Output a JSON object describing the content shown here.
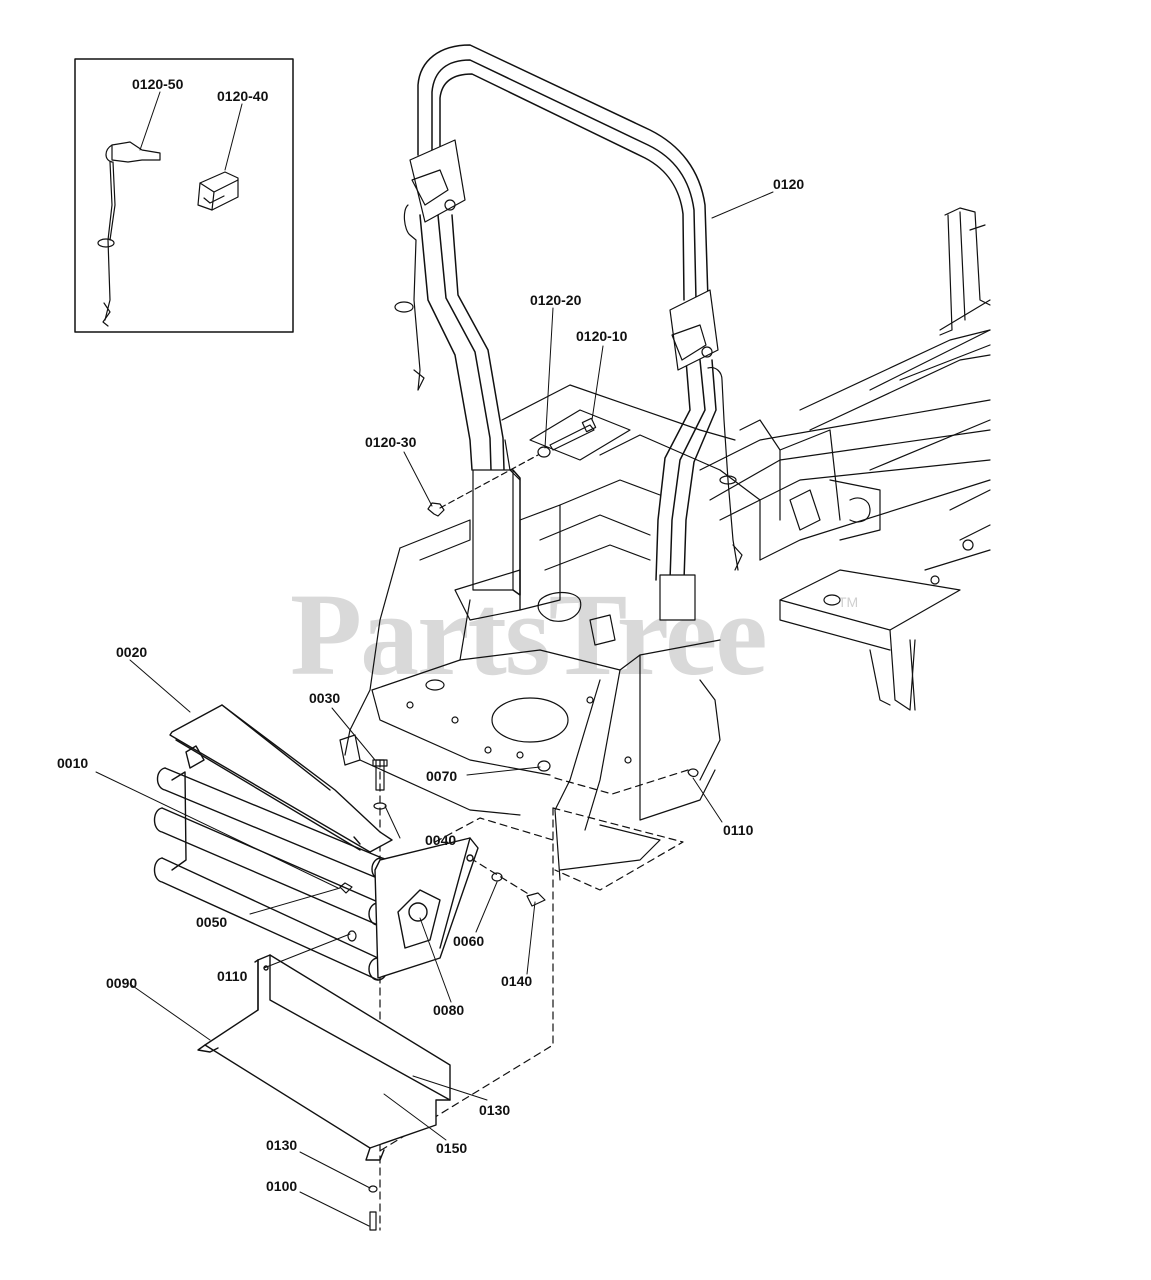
{
  "watermark": {
    "text": "PartsTree",
    "mark": "TM"
  },
  "callouts": {
    "c0120_50": "0120-50",
    "c0120_40": "0120-40",
    "c0120": "0120",
    "c0120_20": "0120-20",
    "c0120_10": "0120-10",
    "c0120_30": "0120-30",
    "c0020": "0020",
    "c0030": "0030",
    "c0010": "0010",
    "c0070": "0070",
    "c0040": "0040",
    "c0110_r": "0110",
    "c0050": "0050",
    "c0060": "0060",
    "c0110_l": "0110",
    "c0140": "0140",
    "c0080": "0080",
    "c0090": "0090",
    "c0130_r": "0130",
    "c0150": "0150",
    "c0130_l": "0130",
    "c0100": "0100"
  }
}
